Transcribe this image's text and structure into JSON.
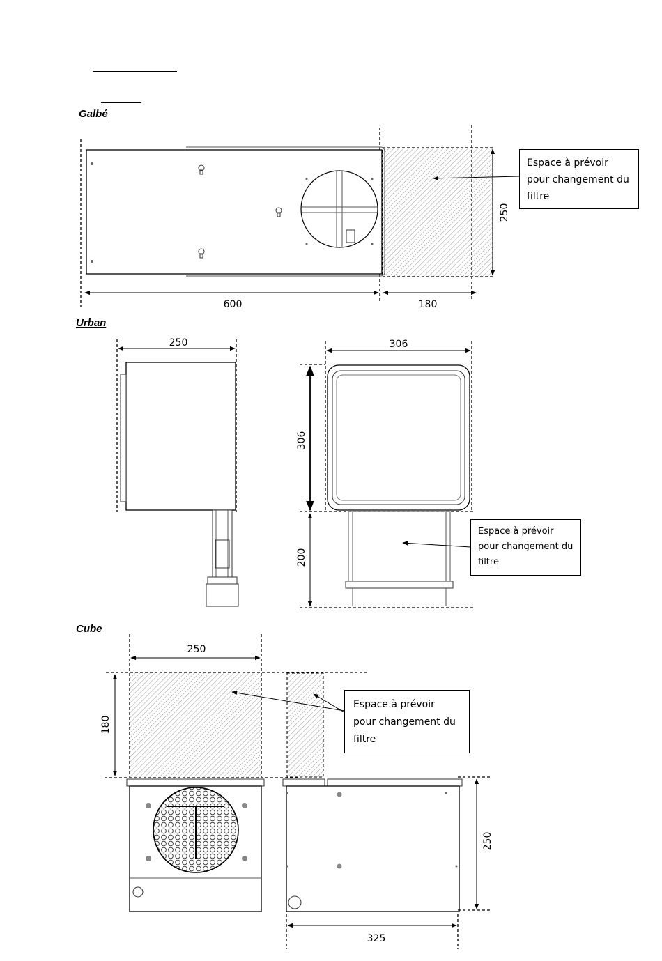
{
  "sections": {
    "galbe": {
      "title": "Galbé",
      "dim_width": "600",
      "dim_clearance": "180",
      "dim_height": "250"
    },
    "urban": {
      "title": "Urban",
      "dim_side_width": "250",
      "dim_front_width": "306",
      "dim_front_height": "306",
      "dim_clearance": "200"
    },
    "cube": {
      "title": "Cube",
      "dim_top_width": "250",
      "dim_clearance": "180",
      "dim_height": "250",
      "dim_depth": "325"
    }
  },
  "note": {
    "line1": "Espace à prévoir",
    "line2": "pour changement du",
    "line3": "filtre"
  }
}
